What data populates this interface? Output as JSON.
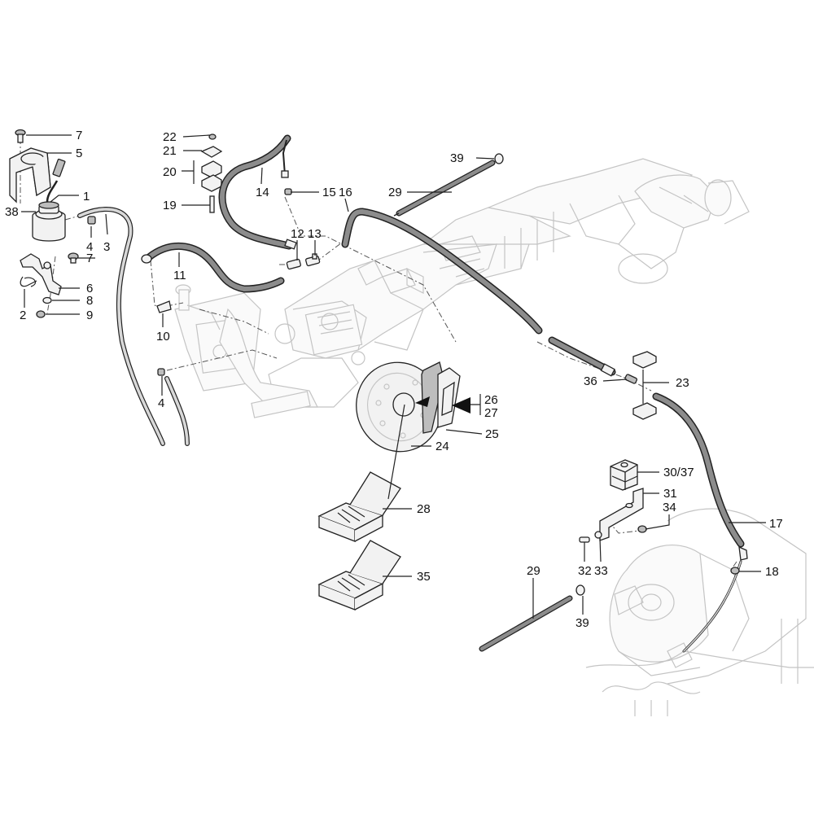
{
  "diagram": {
    "type": "exploded-parts-diagram",
    "subject": "brake hydraulic system",
    "callouts": [
      {
        "id": "c7a",
        "label": "7"
      },
      {
        "id": "c5",
        "label": "5"
      },
      {
        "id": "c1",
        "label": "1"
      },
      {
        "id": "c38",
        "label": "38"
      },
      {
        "id": "c4a",
        "label": "4"
      },
      {
        "id": "c3",
        "label": "3"
      },
      {
        "id": "c7b",
        "label": "7"
      },
      {
        "id": "c6",
        "label": "6"
      },
      {
        "id": "c2",
        "label": "2"
      },
      {
        "id": "c8",
        "label": "8"
      },
      {
        "id": "c9",
        "label": "9"
      },
      {
        "id": "c22",
        "label": "22"
      },
      {
        "id": "c21",
        "label": "21"
      },
      {
        "id": "c20",
        "label": "20"
      },
      {
        "id": "c19",
        "label": "19"
      },
      {
        "id": "c14",
        "label": "14"
      },
      {
        "id": "c15",
        "label": "15"
      },
      {
        "id": "c16",
        "label": "16"
      },
      {
        "id": "c12",
        "label": "12"
      },
      {
        "id": "c13",
        "label": "13"
      },
      {
        "id": "c11",
        "label": "11"
      },
      {
        "id": "c10",
        "label": "10"
      },
      {
        "id": "c4b",
        "label": "4"
      },
      {
        "id": "c39a",
        "label": "39"
      },
      {
        "id": "c29a",
        "label": "29"
      },
      {
        "id": "c36",
        "label": "36"
      },
      {
        "id": "c23",
        "label": "23"
      },
      {
        "id": "c26",
        "label": "26"
      },
      {
        "id": "c27",
        "label": "27"
      },
      {
        "id": "c25",
        "label": "25"
      },
      {
        "id": "c24",
        "label": "24"
      },
      {
        "id": "c28",
        "label": "28"
      },
      {
        "id": "c35",
        "label": "35"
      },
      {
        "id": "c3037",
        "label": "30/37"
      },
      {
        "id": "c31",
        "label": "31"
      },
      {
        "id": "c34",
        "label": "34"
      },
      {
        "id": "c17",
        "label": "17"
      },
      {
        "id": "c32",
        "label": "32"
      },
      {
        "id": "c33",
        "label": "33"
      },
      {
        "id": "c18",
        "label": "18"
      },
      {
        "id": "c29b",
        "label": "29"
      },
      {
        "id": "c39b",
        "label": "39"
      }
    ],
    "parts": [
      {
        "label": "1",
        "name": "brake fluid reservoir"
      },
      {
        "label": "2",
        "name": "spring clip"
      },
      {
        "label": "3",
        "name": "reservoir supply hose"
      },
      {
        "label": "4",
        "name": "hose clamp"
      },
      {
        "label": "5",
        "name": "reservoir holder bracket"
      },
      {
        "label": "6",
        "name": "mounting bracket"
      },
      {
        "label": "7",
        "name": "screw"
      },
      {
        "label": "8",
        "name": "washer"
      },
      {
        "label": "9",
        "name": "nut"
      },
      {
        "label": "10",
        "name": "elbow fitting"
      },
      {
        "label": "11",
        "name": "brake hose"
      },
      {
        "label": "12",
        "name": "adapter"
      },
      {
        "label": "13",
        "name": "tee fitting"
      },
      {
        "label": "14",
        "name": "brake hose"
      },
      {
        "label": "15",
        "name": "fitting"
      },
      {
        "label": "16",
        "name": "brake hose"
      },
      {
        "label": "17",
        "name": "brake hose"
      },
      {
        "label": "18",
        "name": "nut"
      },
      {
        "label": "19",
        "name": "stud"
      },
      {
        "label": "20",
        "name": "clamp halves"
      },
      {
        "label": "21",
        "name": "cover plate"
      },
      {
        "label": "22",
        "name": "nut"
      },
      {
        "label": "23",
        "name": "clamp halves"
      },
      {
        "label": "24",
        "name": "brake disc"
      },
      {
        "label": "25",
        "name": "brake caliper"
      },
      {
        "label": "26",
        "name": "brake pads"
      },
      {
        "label": "27",
        "name": "brake pads"
      },
      {
        "label": "28",
        "name": "repair kit"
      },
      {
        "label": "29",
        "name": "brake pipe"
      },
      {
        "label": "30/37",
        "name": "clamp block"
      },
      {
        "label": "31",
        "name": "bracket"
      },
      {
        "label": "32",
        "name": "screw"
      },
      {
        "label": "33",
        "name": "washer"
      },
      {
        "label": "34",
        "name": "nut"
      },
      {
        "label": "35",
        "name": "repair kit"
      },
      {
        "label": "36",
        "name": "connector"
      },
      {
        "label": "38",
        "name": "reservoir cap"
      },
      {
        "label": "39",
        "name": "cap"
      }
    ]
  }
}
